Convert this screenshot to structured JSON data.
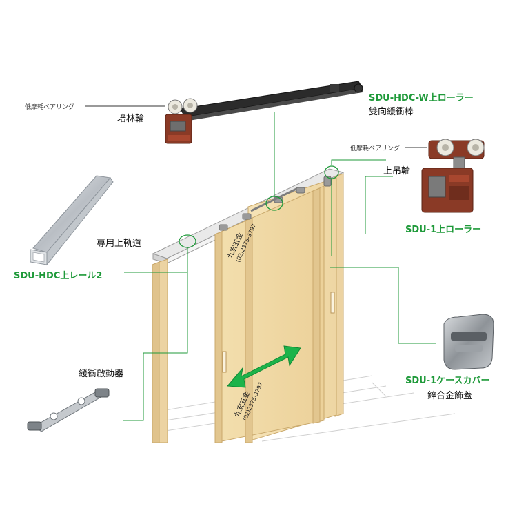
{
  "labels": {
    "bearing_top": "低摩耗ベアリング",
    "bearing_wheel": "培林輪",
    "upper_roller_w": "SDU-HDC-W上ローラー",
    "buffer_bar": "雙向緩衝棒",
    "bearing_right": "低摩耗ベアリング",
    "hanging_wheel": "上吊輪",
    "upper_roller_1": "SDU-1上ローラー",
    "track_cn": "專用上軌道",
    "rail_name": "SDU-HDC上レール2",
    "buffer_starter": "緩衝啟動器",
    "case_cover": "SDU-1ケースカバー",
    "cover_cn": "鋅合金飾蓋"
  },
  "watermark": {
    "company": "九宏五金",
    "phone": "(02)2375-3797"
  },
  "colors": {
    "accent_green": "#1f9a3a",
    "door_wood": "#f1d9a3",
    "frame_wood": "#ecd3a2",
    "roller_brown": "#8a3a26",
    "rail_gray": "#c8ccd0",
    "arrow_green": "#1db34a"
  }
}
